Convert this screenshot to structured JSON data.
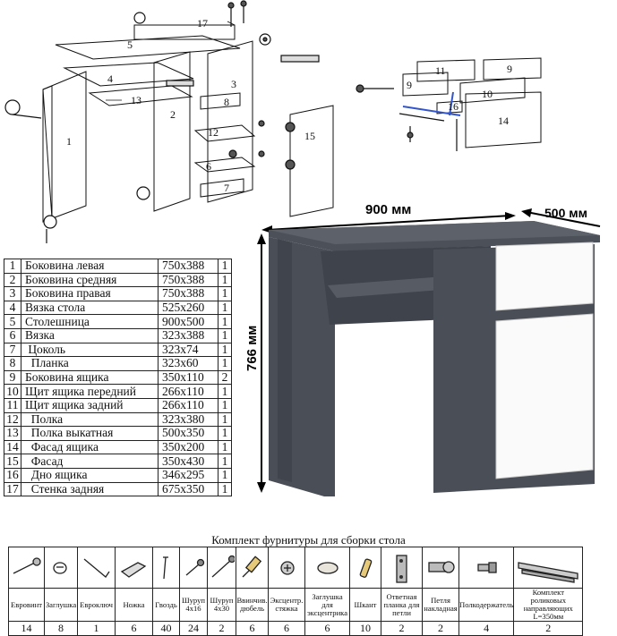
{
  "dimensions": {
    "width": "900 мм",
    "depth": "500 мм",
    "height": "766 мм"
  },
  "callouts_left": [
    "17",
    "5",
    "4",
    "3",
    "13",
    "2",
    "1",
    "8",
    "12",
    "6",
    "7",
    "15"
  ],
  "callouts_right": [
    "11",
    "9",
    "9",
    "10",
    "16",
    "14"
  ],
  "parts": [
    {
      "n": "1",
      "name": "Боковина левая",
      "size": "750x388",
      "qty": "1"
    },
    {
      "n": "2",
      "name": "Боковина средняя",
      "size": "750x388",
      "qty": "1"
    },
    {
      "n": "3",
      "name": "Боковина правая",
      "size": "750x388",
      "qty": "1"
    },
    {
      "n": "4",
      "name": "Вязка стола",
      "size": "525x260",
      "qty": "1"
    },
    {
      "n": "5",
      "name": "Столешница",
      "size": "900x500",
      "qty": "1"
    },
    {
      "n": "6",
      "name": "Вязка",
      "size": "323x388",
      "qty": "1"
    },
    {
      "n": "7",
      "name": " Цоколь",
      "size": "323x74",
      "qty": "1"
    },
    {
      "n": "8",
      "name": "  Планка",
      "size": "323x60",
      "qty": "1"
    },
    {
      "n": "9",
      "name": "Боковина ящика",
      "size": "350x110",
      "qty": "2"
    },
    {
      "n": "10",
      "name": "Щит ящика передний",
      "size": "266x110",
      "qty": "1"
    },
    {
      "n": "11",
      "name": "Щит ящика задний",
      "size": "266x110",
      "qty": "1"
    },
    {
      "n": "12",
      "name": "  Полка",
      "size": "323x380",
      "qty": "1"
    },
    {
      "n": "13",
      "name": "  Полка выкатная",
      "size": "500x350",
      "qty": "1"
    },
    {
      "n": "14",
      "name": "  Фасад ящика",
      "size": "350x200",
      "qty": "1"
    },
    {
      "n": "15",
      "name": "  Фасад",
      "size": "350x430",
      "qty": "1"
    },
    {
      "n": "16",
      "name": "  Дно ящика",
      "size": "346x295",
      "qty": "1"
    },
    {
      "n": "17",
      "name": "  Стенка задняя",
      "size": "675x350",
      "qty": "1"
    }
  ],
  "hardware_title": "Комплект фурнитуры для сборки стола",
  "hardware": [
    {
      "label": "Евровинт",
      "count": "14",
      "icon": "eurobolt-icon"
    },
    {
      "label": "Заглушка",
      "count": "8",
      "icon": "cap-icon"
    },
    {
      "label": "Евроключ",
      "count": "1",
      "icon": "hex-key-icon"
    },
    {
      "label": "Ножка",
      "count": "6",
      "icon": "foot-pad-icon"
    },
    {
      "label": "Гвоздь",
      "count": "40",
      "icon": "nail-icon"
    },
    {
      "label": "Шуруп 4x16",
      "count": "24",
      "icon": "screw-short-icon"
    },
    {
      "label": "Шуруп 4x30",
      "count": "2",
      "icon": "screw-long-icon"
    },
    {
      "label": "Ввинчив. дюбель",
      "count": "6",
      "icon": "screw-dowel-icon"
    },
    {
      "label": "Эксцентр. стяжка",
      "count": "6",
      "icon": "cam-lock-icon"
    },
    {
      "label": "Заглушка для эксцентрика",
      "count": "6",
      "icon": "cam-cap-icon"
    },
    {
      "label": "Шкант",
      "count": "10",
      "icon": "wood-dowel-icon"
    },
    {
      "label": "Ответная планка для петли",
      "count": "2",
      "icon": "hinge-plate-icon"
    },
    {
      "label": "Петля накладная",
      "count": "2",
      "icon": "hinge-icon"
    },
    {
      "label": "Полкодержатель",
      "count": "4",
      "icon": "shelf-support-icon"
    },
    {
      "label": "Комплект роликовых направляющих L=350мм",
      "count": "2",
      "icon": "drawer-slide-icon"
    }
  ]
}
